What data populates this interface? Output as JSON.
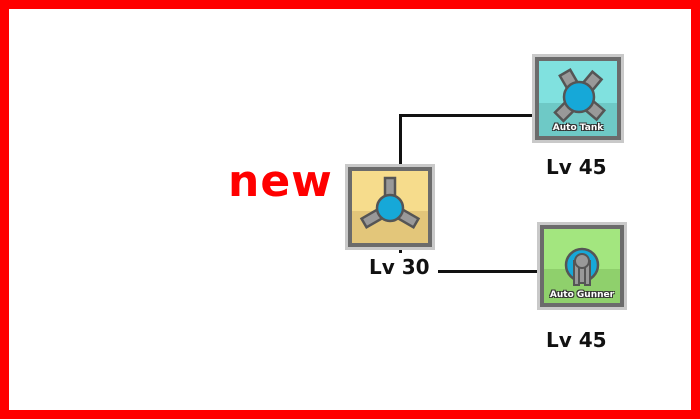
{
  "overlay": {
    "new_label": "new"
  },
  "nodes": {
    "current": {
      "level_label": "Lv 30",
      "card_color": "#f6dc8c",
      "card_color_shade": "#e3c67a"
    },
    "auto_tank": {
      "name": "Auto Tank",
      "level_label": "Lv 45",
      "card_color": "#80e1df",
      "card_color_shade": "#6ec9c6"
    },
    "auto_gunner": {
      "name": "Auto Gunner",
      "level_label": "Lv 45",
      "card_color": "#a3e67f",
      "card_color_shade": "#8fd06c"
    }
  },
  "colors": {
    "border": "#ff0000",
    "tank_body": "#16a8d8",
    "barrel": "#999999",
    "outline": "#555555"
  }
}
